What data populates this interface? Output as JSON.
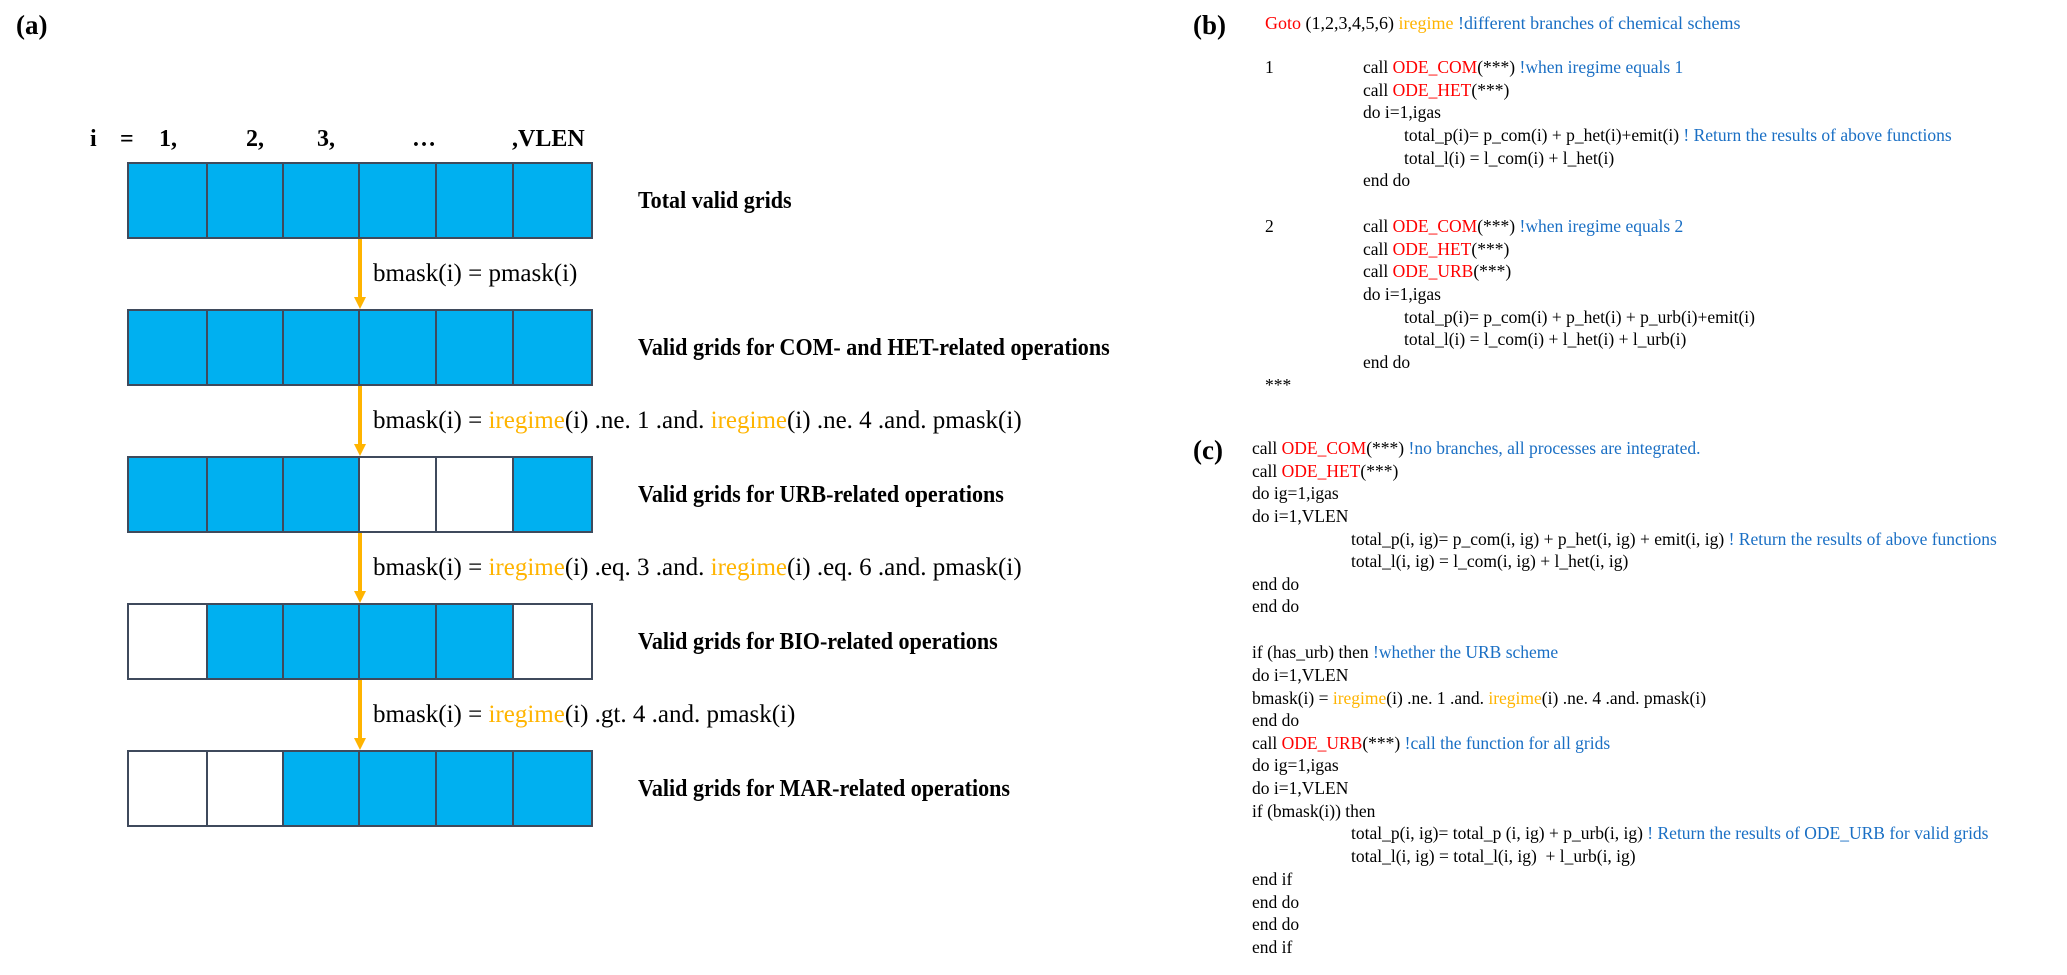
{
  "colors": {
    "cell_active": "#00b0f0",
    "cell_inactive": "#ffffff",
    "cell_border": "#3f4a5c",
    "arrow": "#ffb400",
    "keyword_red": "#ff0000",
    "variable_orange": "#ffb400",
    "comment_blue": "#1a6fc4"
  },
  "panel_a": {
    "label": "(a)",
    "index_header": [
      "i",
      "=",
      "1,",
      "2,",
      "3,",
      "…",
      ",VLEN"
    ],
    "rows": [
      {
        "label": "Total valid grids",
        "cells": [
          1,
          1,
          1,
          1,
          1,
          1
        ]
      },
      {
        "label": "Valid grids for COM- and HET-related operations",
        "cells": [
          1,
          1,
          1,
          1,
          1,
          1
        ]
      },
      {
        "label": "Valid grids for URB-related operations",
        "cells": [
          1,
          1,
          1,
          0,
          0,
          1
        ]
      },
      {
        "label": "Valid grids for BIO-related operations",
        "cells": [
          0,
          1,
          1,
          1,
          1,
          0
        ]
      },
      {
        "label": "Valid grids for MAR-related operations",
        "cells": [
          0,
          0,
          1,
          1,
          1,
          1
        ]
      }
    ],
    "transitions": [
      [
        {
          "t": "bmask(i) = pmask(i)",
          "c": "black"
        }
      ],
      [
        {
          "t": "bmask(i) = ",
          "c": "black"
        },
        {
          "t": "iregime",
          "c": "orange"
        },
        {
          "t": "(i) .ne. 1 .and. ",
          "c": "black"
        },
        {
          "t": "iregime",
          "c": "orange"
        },
        {
          "t": "(i) .ne. 4 .and. pmask(i)",
          "c": "black"
        }
      ],
      [
        {
          "t": "bmask(i) = ",
          "c": "black"
        },
        {
          "t": "iregime",
          "c": "orange"
        },
        {
          "t": "(i) .eq. 3 .and. ",
          "c": "black"
        },
        {
          "t": "iregime",
          "c": "orange"
        },
        {
          "t": "(i) .eq. 6 .and. pmask(i)",
          "c": "black"
        }
      ],
      [
        {
          "t": "bmask(i) = ",
          "c": "black"
        },
        {
          "t": "iregime",
          "c": "orange"
        },
        {
          "t": "(i) .gt. 4 .and. pmask(i)",
          "c": "black"
        }
      ]
    ]
  },
  "panel_b": {
    "label": "(b)",
    "lines": [
      {
        "col": "b0",
        "segs": [
          {
            "t": "Goto",
            "c": "red"
          },
          {
            "t": " (1,2,3,4,5,6) ",
            "c": "black"
          },
          {
            "t": "iregime",
            "c": "orange"
          },
          {
            "t": " !different branches of chemical schems",
            "c": "blue"
          }
        ]
      },
      {
        "col": "b0",
        "segs": [
          {
            "t": "1",
            "c": "black"
          }
        ]
      },
      {
        "col": "b1",
        "segs": [
          {
            "t": "call ",
            "c": "black"
          },
          {
            "t": "ODE_COM",
            "c": "red"
          },
          {
            "t": "(***) ",
            "c": "black"
          },
          {
            "t": "!when iregime equals 1",
            "c": "blue"
          }
        ]
      },
      {
        "col": "b1",
        "segs": [
          {
            "t": "call ",
            "c": "black"
          },
          {
            "t": "ODE_HET",
            "c": "red"
          },
          {
            "t": "(***)",
            "c": "black"
          }
        ]
      },
      {
        "col": "b1",
        "segs": [
          {
            "t": "do i=1,igas",
            "c": "black"
          }
        ]
      },
      {
        "col": "b2",
        "segs": [
          {
            "t": "total_p(i)= p_com(i) + p_het(i)+emit(i) ",
            "c": "black"
          },
          {
            "t": "! Return the results of above functions",
            "c": "blue"
          }
        ]
      },
      {
        "col": "b2",
        "segs": [
          {
            "t": "total_l(i) = l_com(i) + l_het(i)",
            "c": "black"
          }
        ]
      },
      {
        "col": "b1",
        "segs": [
          {
            "t": "end do",
            "c": "black"
          }
        ]
      },
      {
        "col": "b0",
        "segs": [
          {
            "t": "2",
            "c": "black"
          }
        ]
      },
      {
        "col": "b1",
        "segs": [
          {
            "t": "call ",
            "c": "black"
          },
          {
            "t": "ODE_COM",
            "c": "red"
          },
          {
            "t": "(***) ",
            "c": "black"
          },
          {
            "t": "!when iregime equals 2",
            "c": "blue"
          }
        ]
      },
      {
        "col": "b1",
        "segs": [
          {
            "t": "call ",
            "c": "black"
          },
          {
            "t": "ODE_HET",
            "c": "red"
          },
          {
            "t": "(***)",
            "c": "black"
          }
        ]
      },
      {
        "col": "b1",
        "segs": [
          {
            "t": "call ",
            "c": "black"
          },
          {
            "t": "ODE_URB",
            "c": "red"
          },
          {
            "t": "(***)",
            "c": "black"
          }
        ]
      },
      {
        "col": "b1",
        "segs": [
          {
            "t": "do i=1,igas",
            "c": "black"
          }
        ]
      },
      {
        "col": "b2",
        "segs": [
          {
            "t": "total_p(i)= p_com(i) + p_het(i) + p_urb(i)+emit(i)",
            "c": "black"
          }
        ]
      },
      {
        "col": "b2",
        "segs": [
          {
            "t": "total_l(i) = l_com(i) + l_het(i) + l_urb(i)",
            "c": "black"
          }
        ]
      },
      {
        "col": "b1",
        "segs": [
          {
            "t": "end do",
            "c": "black"
          }
        ]
      },
      {
        "col": "b0",
        "segs": [
          {
            "t": "***",
            "c": "black"
          }
        ]
      }
    ]
  },
  "panel_c": {
    "label": "(c)",
    "lines": [
      {
        "col": "c0",
        "segs": [
          {
            "t": "call ",
            "c": "black"
          },
          {
            "t": "ODE_COM",
            "c": "red"
          },
          {
            "t": "(***) ",
            "c": "black"
          },
          {
            "t": "!no branches, all processes are integrated.",
            "c": "blue"
          }
        ]
      },
      {
        "col": "c0",
        "segs": [
          {
            "t": "call ",
            "c": "black"
          },
          {
            "t": "ODE_HET",
            "c": "red"
          },
          {
            "t": "(***)",
            "c": "black"
          }
        ]
      },
      {
        "col": "c0",
        "segs": [
          {
            "t": "do ig=1,igas",
            "c": "black"
          }
        ]
      },
      {
        "col": "c0",
        "segs": [
          {
            "t": "do i=1,VLEN",
            "c": "black"
          }
        ]
      },
      {
        "col": "c1",
        "segs": [
          {
            "t": "total_p(i, ig)= p_com(i, ig) + p_het(i, ig) + emit(i, ig) ",
            "c": "black"
          },
          {
            "t": "! Return the results of above functions",
            "c": "blue"
          }
        ]
      },
      {
        "col": "c1",
        "segs": [
          {
            "t": "total_l(i, ig) = l_com(i, ig) + l_het(i, ig)",
            "c": "black"
          }
        ]
      },
      {
        "col": "c0",
        "segs": [
          {
            "t": "end do",
            "c": "black"
          }
        ]
      },
      {
        "col": "c0",
        "segs": [
          {
            "t": "end do",
            "c": "black"
          }
        ]
      },
      {
        "col": "c0",
        "segs": [
          {
            "t": "if (has_urb) then ",
            "c": "black"
          },
          {
            "t": "!whether the URB scheme",
            "c": "blue"
          }
        ]
      },
      {
        "col": "c0",
        "segs": [
          {
            "t": "do i=1,VLEN",
            "c": "black"
          }
        ]
      },
      {
        "col": "c0",
        "segs": [
          {
            "t": "bmask(i) = ",
            "c": "black"
          },
          {
            "t": "iregime",
            "c": "orange"
          },
          {
            "t": "(i) .ne. 1 .and. ",
            "c": "black"
          },
          {
            "t": "iregime",
            "c": "orange"
          },
          {
            "t": "(i) .ne. 4 .and. pmask(i)",
            "c": "black"
          }
        ]
      },
      {
        "col": "c0",
        "segs": [
          {
            "t": "end do",
            "c": "black"
          }
        ]
      },
      {
        "col": "c0",
        "segs": [
          {
            "t": "call ",
            "c": "black"
          },
          {
            "t": "ODE_URB",
            "c": "red"
          },
          {
            "t": "(***) ",
            "c": "black"
          },
          {
            "t": "!call the function for all grids",
            "c": "blue"
          }
        ]
      },
      {
        "col": "c0",
        "segs": [
          {
            "t": "do ig=1,igas",
            "c": "black"
          }
        ]
      },
      {
        "col": "c0",
        "segs": [
          {
            "t": "do i=1,VLEN",
            "c": "black"
          }
        ]
      },
      {
        "col": "c0",
        "segs": [
          {
            "t": "if (bmask(i)) then",
            "c": "black"
          }
        ]
      },
      {
        "col": "c1",
        "segs": [
          {
            "t": "total_p(i, ig)= total_p (i, ig) + p_urb(i, ig) ",
            "c": "black"
          },
          {
            "t": "! Return the results of ODE_URB for valid grids",
            "c": "blue"
          }
        ]
      },
      {
        "col": "c1",
        "segs": [
          {
            "t": "total_l(i, ig) = total_l(i, ig)  + l_urb(i, ig)",
            "c": "black"
          }
        ]
      },
      {
        "col": "c0",
        "segs": [
          {
            "t": "end if",
            "c": "black"
          }
        ]
      },
      {
        "col": "c0",
        "segs": [
          {
            "t": "end do",
            "c": "black"
          }
        ]
      },
      {
        "col": "c0",
        "segs": [
          {
            "t": "end do",
            "c": "black"
          }
        ]
      },
      {
        "col": "c0",
        "segs": [
          {
            "t": "end if",
            "c": "black"
          }
        ]
      }
    ]
  }
}
